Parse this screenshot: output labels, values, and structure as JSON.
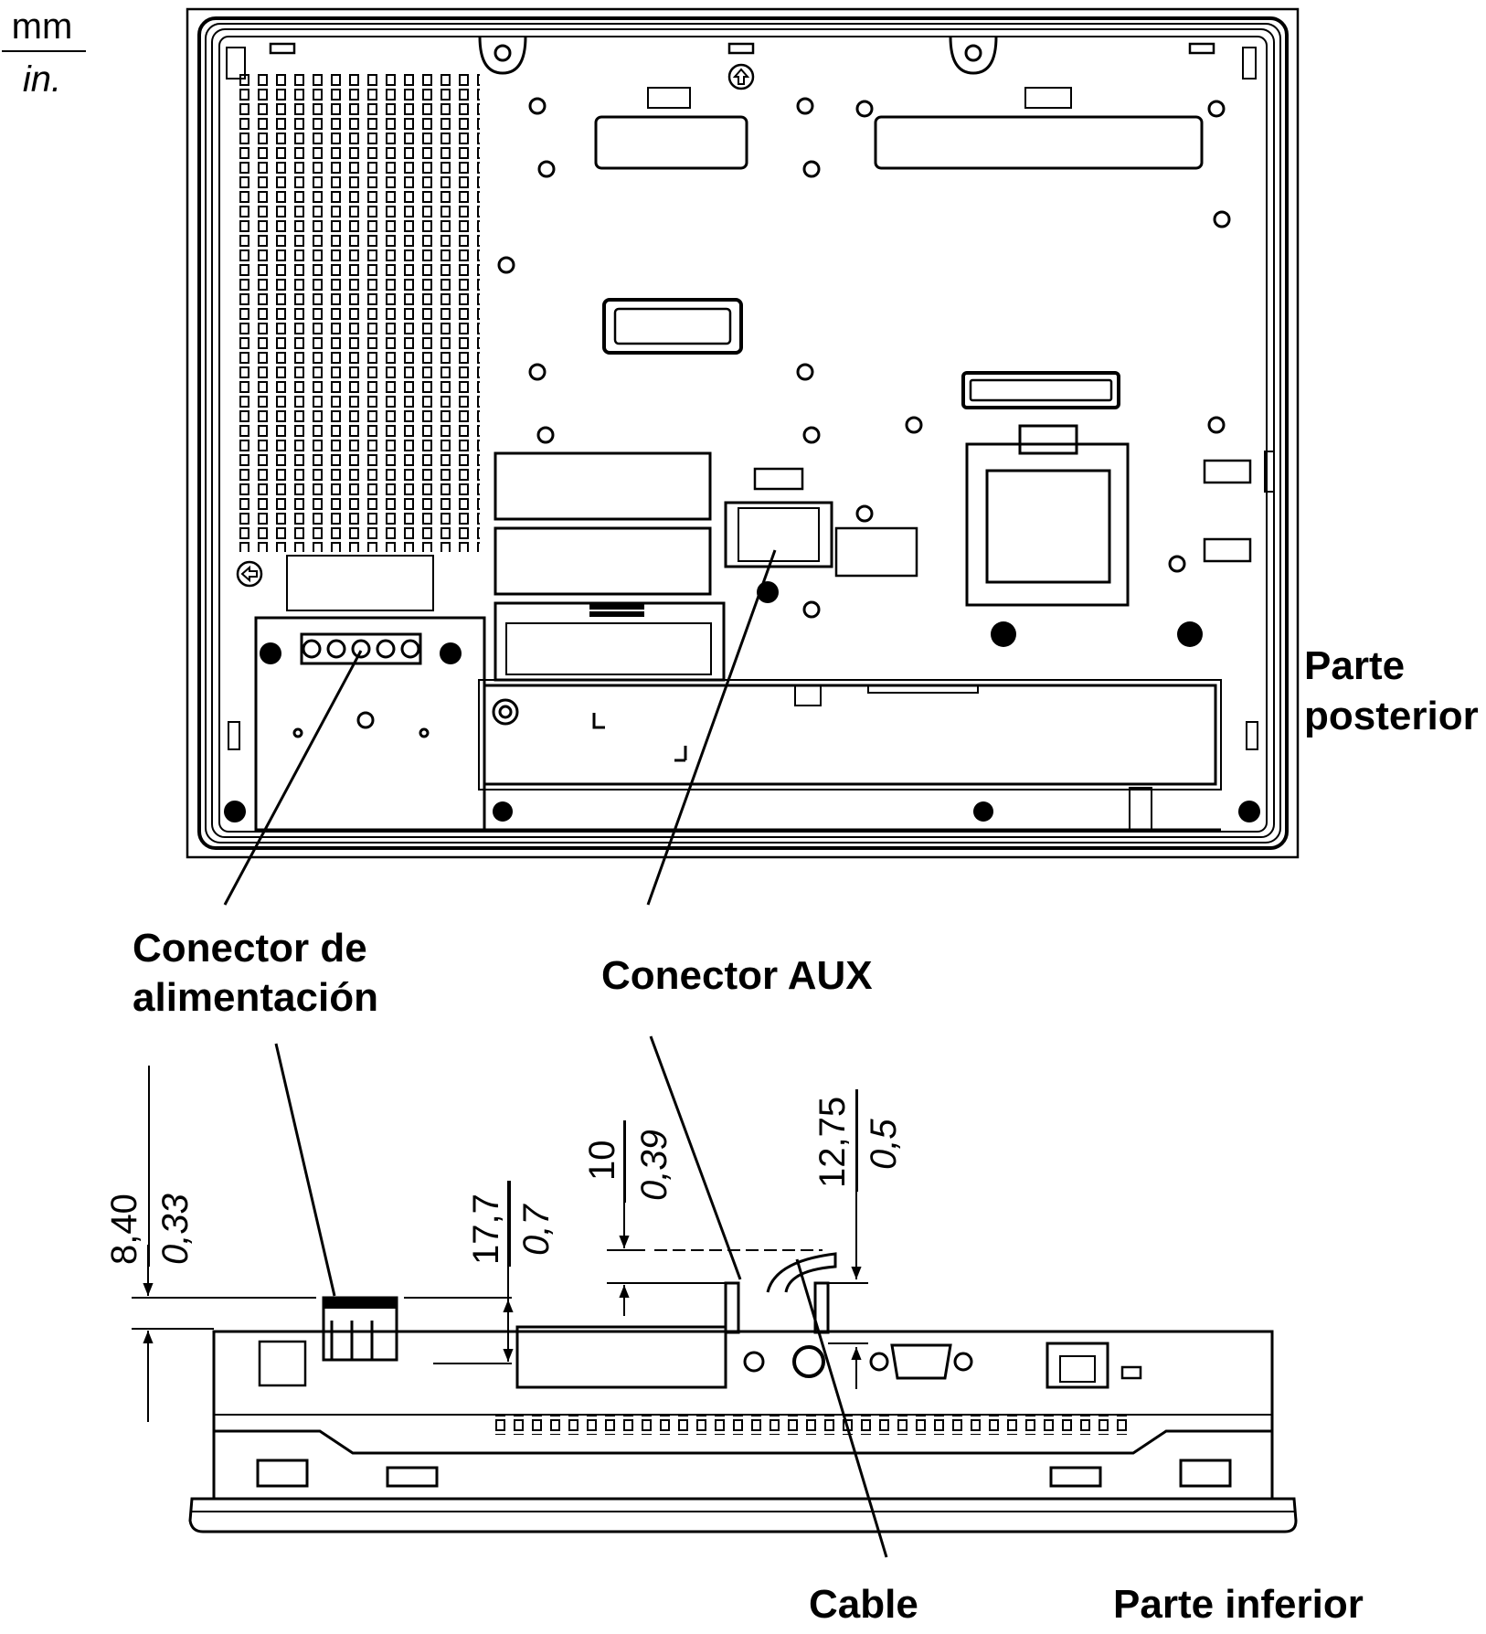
{
  "units": {
    "top": "mm",
    "bottom": "in."
  },
  "labels": {
    "rear": [
      "Parte",
      "posterior"
    ],
    "power_connector": [
      "Conector de",
      "alimentación"
    ],
    "aux_connector": "Conector AUX",
    "cable": "Cable",
    "bottom_view": "Parte inferior"
  },
  "dimensions": [
    {
      "mm": "8,40",
      "in": "0,33"
    },
    {
      "mm": "17,7",
      "in": "0,7"
    },
    {
      "mm": "10",
      "in": "0,39"
    },
    {
      "mm": "12,75",
      "in": "0,5"
    }
  ]
}
